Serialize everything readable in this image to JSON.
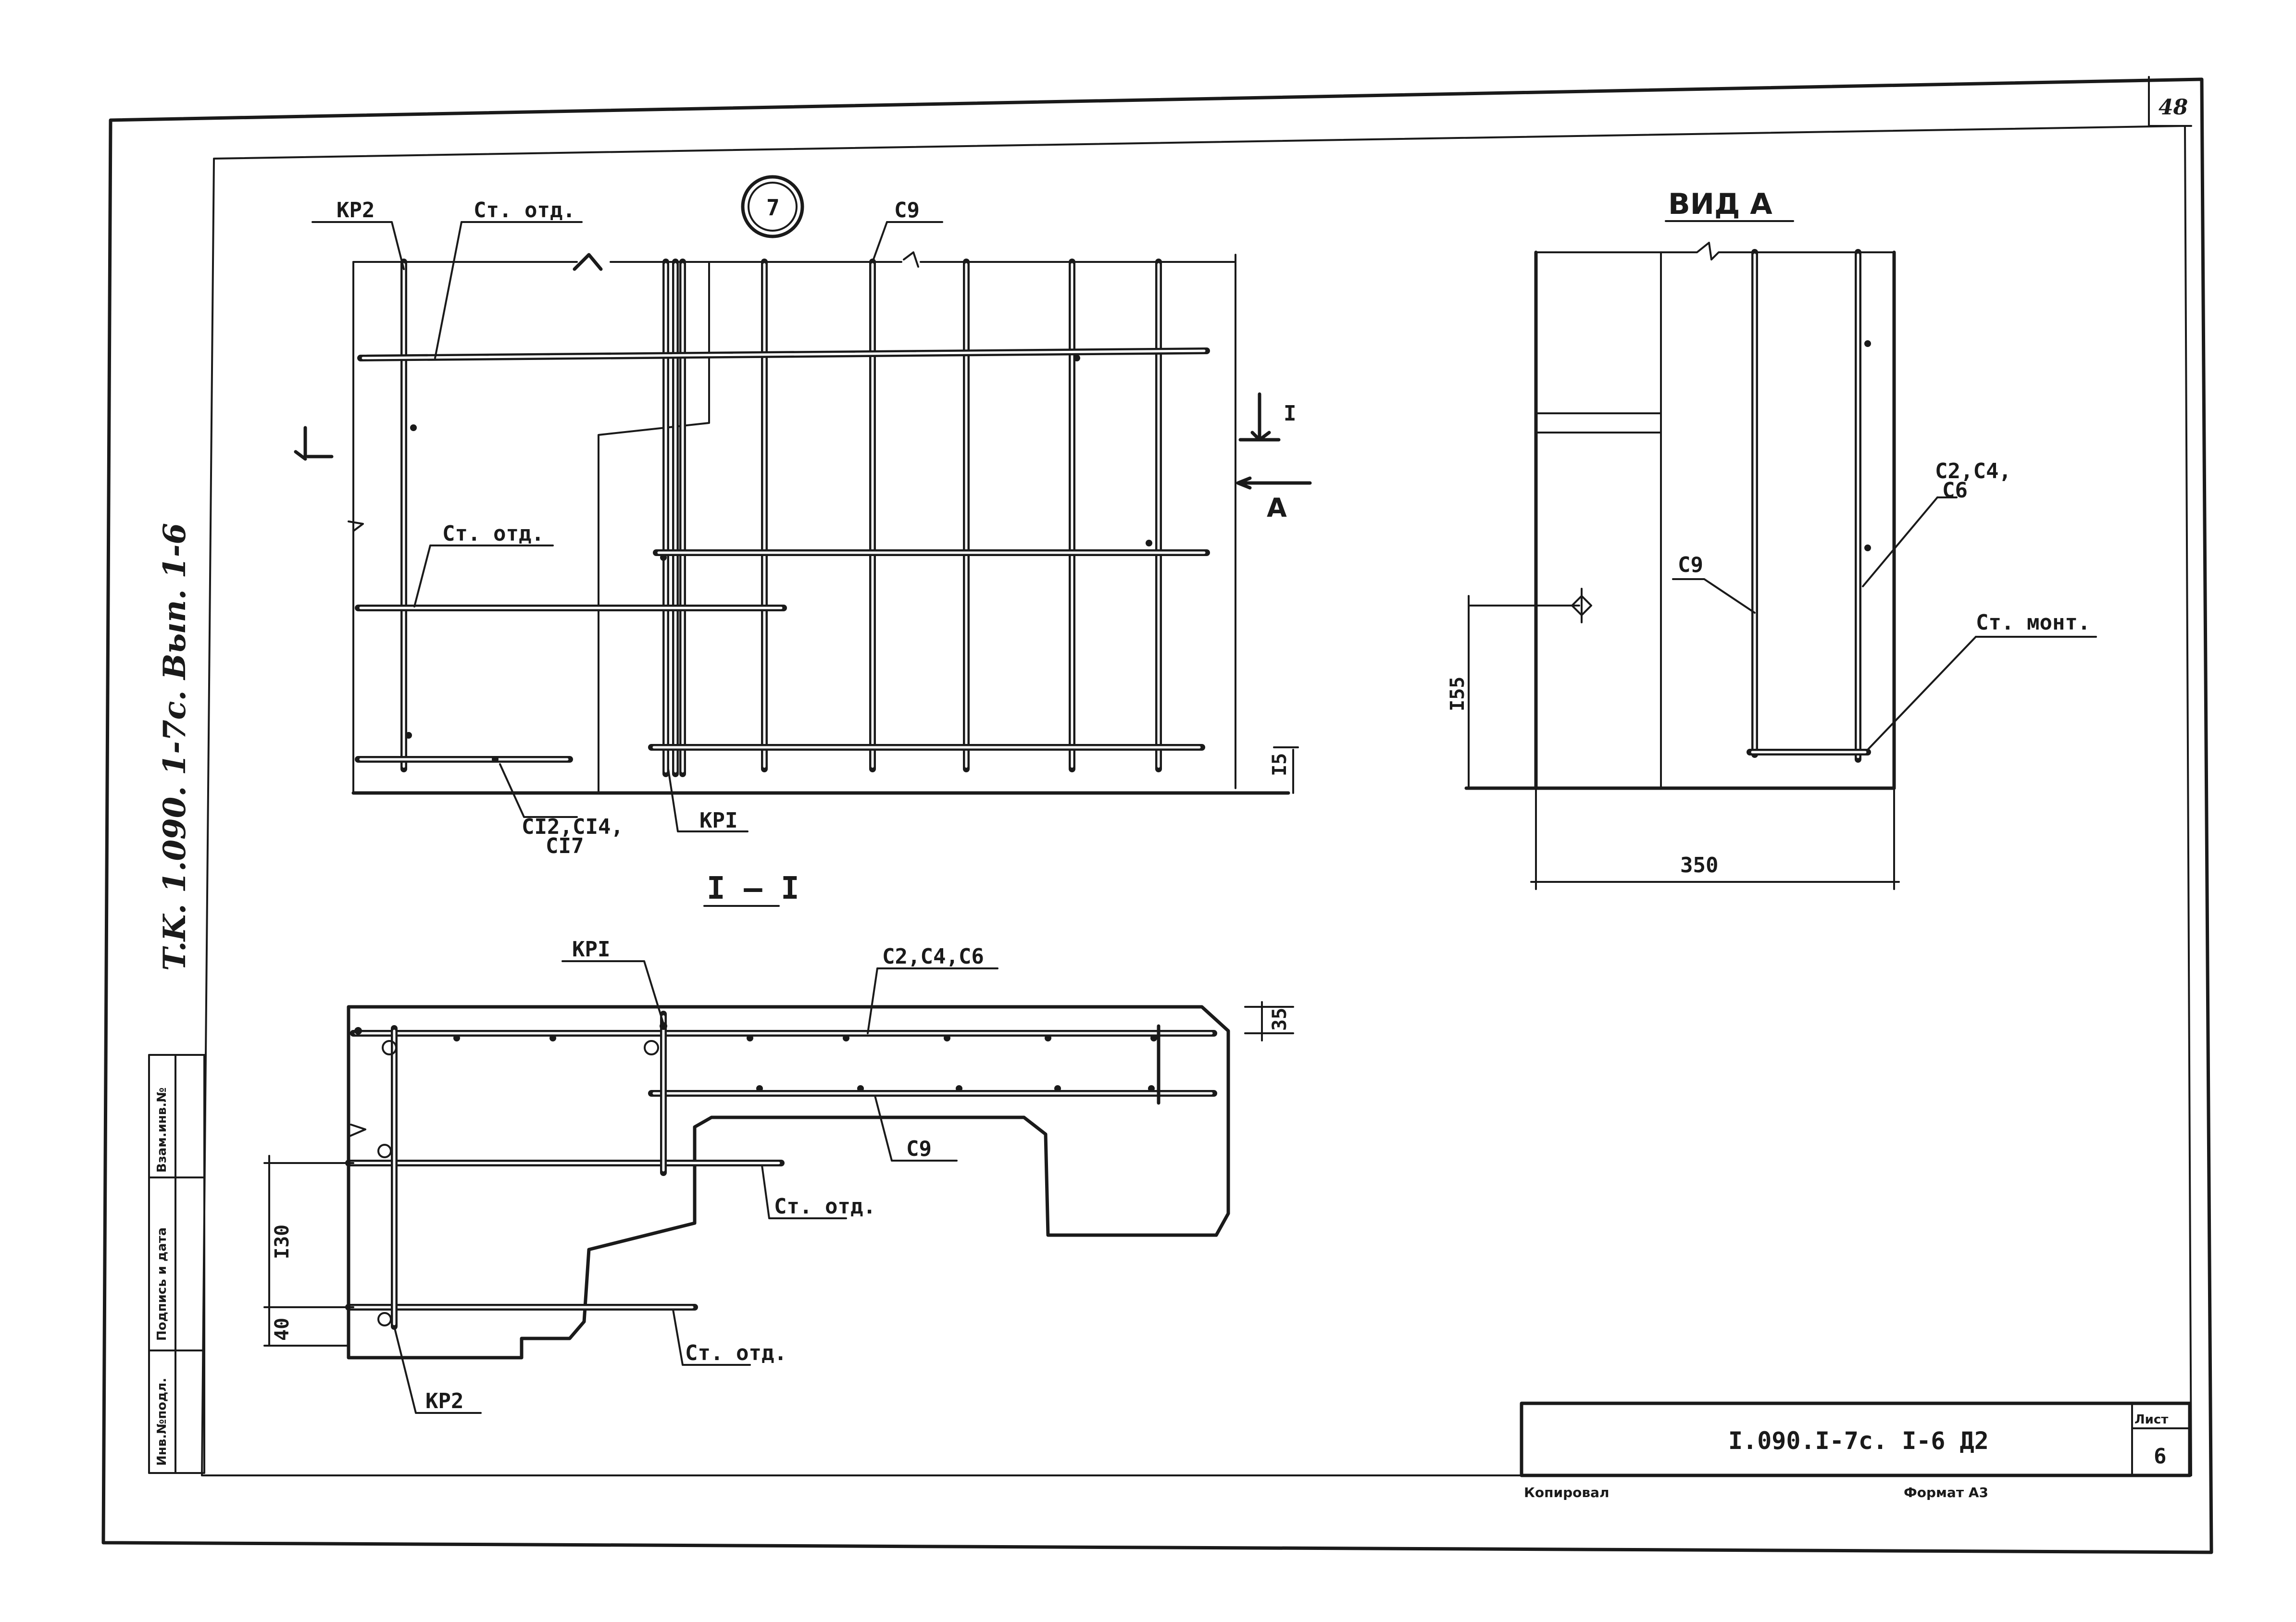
{
  "sheet": {
    "corner_number": "48",
    "side_note": "T.K. 1.090. 1-7c. Вып. 1-6",
    "stamp_fields": [
      "Инв.№подл.",
      "Подпись и дата",
      "Взам.инв.№"
    ],
    "doc_code": "I.090.I-7c. I-6 Д2",
    "sheet_label": "Лист",
    "sheet_number": "6",
    "footer_left": "Копировал",
    "footer_right": "Формат А3"
  },
  "elevation": {
    "node_number": "7",
    "labels": {
      "kp2_top": "КР2",
      "st_otd_top": "Ст. отд.",
      "c9_top": "С9",
      "st_otd_mid": "Ст. отд.",
      "c12_line1": "CI2,CI4,",
      "c12_line2": "CI7",
      "kp1": "КРI",
      "section_mark": "I",
      "view_arrow": "А",
      "dim_15": "I5"
    }
  },
  "section": {
    "title": "I – I",
    "labels": {
      "kp1": "КРI",
      "c2c4c6": "С2,С4,С6",
      "c9": "С9",
      "st_otd_1": "Ст. отд.",
      "st_otd_2": "Ст. отд.",
      "kp2": "КР2",
      "dim_35": "35",
      "dim_130": "I30",
      "dim_40": "40"
    }
  },
  "view_a": {
    "title": "ВИД  А",
    "labels": {
      "c2c4_line1": "С2,С4,",
      "c2c4_line2": "С6",
      "c9": "С9",
      "st_mont": "Ст. монт.",
      "dim_155": "I55",
      "dim_350": "350"
    }
  }
}
